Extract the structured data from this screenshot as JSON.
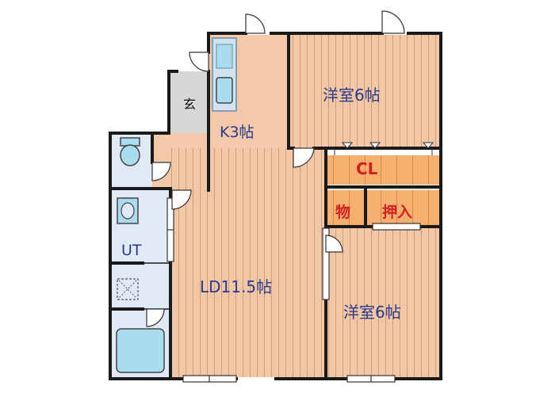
{
  "rooms": {
    "western_top": "洋室6帖",
    "kitchen": "K3帖",
    "entrance": "玄",
    "closet": "CL",
    "storage": "物",
    "oshiire": "押入",
    "unit_bath": "UT",
    "living": "LD11.5帖",
    "western_bottom": "洋室6帖"
  },
  "colors": {
    "floor_wood": "#f2c7a6",
    "floor_stripe": "#c99878",
    "kitchen_floor": "#f4c9aa",
    "wet_area": "#dfeaf6",
    "fixture_blue": "#a9dcef",
    "closet_orange": "#f5b06f",
    "entrance_grey": "#d6d6d6",
    "wall": "#1a1a1a",
    "label_blue": "#2a3a8c",
    "label_red": "#d42020"
  }
}
